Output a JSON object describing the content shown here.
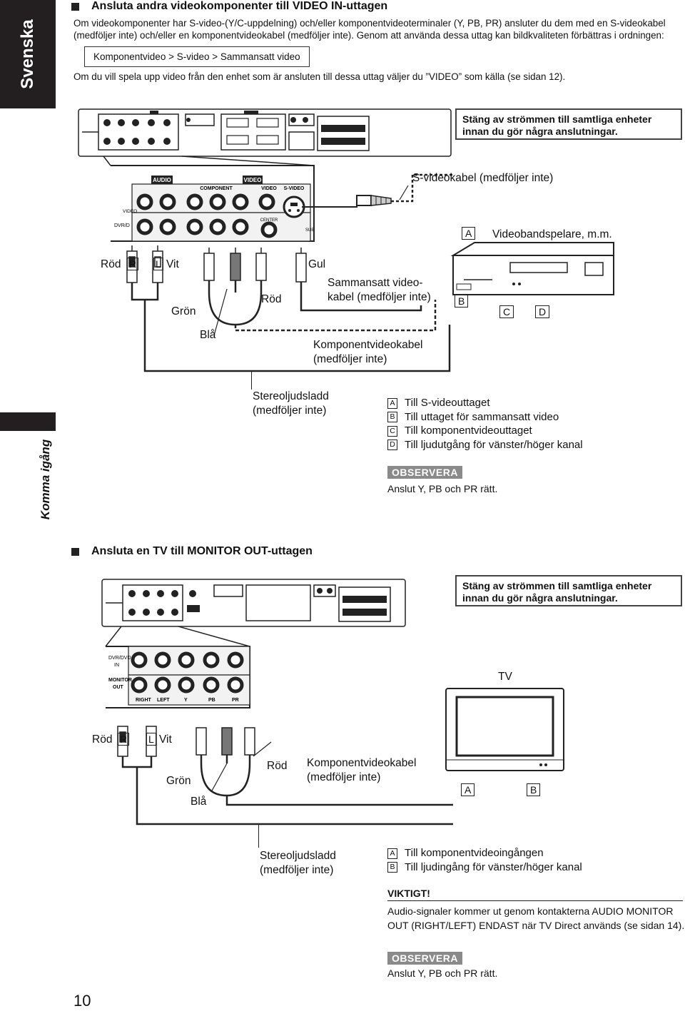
{
  "sidebar": {
    "language": "Svenska",
    "section": "Komma igång"
  },
  "section1": {
    "heading": "Ansluta andra videokomponenter till VIDEO IN-uttagen",
    "intro_line1": "Om videokomponenter har S-video-(Y/C-uppdelning) och/eller komponentvideoterminaler (Y, PB, PR) ansluter du dem med en S-videokabel",
    "intro_line2": "(medföljer inte) och/eller en komponentvideokabel (medföljer inte). Genom att använda dessa uttag kan bildkvaliteten förbättras i ordningen:",
    "order": "Komponentvideo > S-video > Sammansatt video",
    "after": "Om du vill spela upp video från den enhet som är ansluten till dessa uttag väljer du ”VIDEO” som källa (se sidan 12).",
    "warning": "Stäng av strömmen till samtliga enheter innan du gör några anslutningar.",
    "panel_labels": {
      "audio": "AUDIO",
      "component": "COMPONENT",
      "video": "VIDEO",
      "video_sub": "VIDEO",
      "svideo": "S-VIDEO",
      "video_side": "VIDEO",
      "dvr": "DVR/D",
      "center": "CENTER",
      "sub": "SUB"
    },
    "labels": {
      "svideo_cable": "S-videokabel (medföljer inte)",
      "vcr": "Videobandspelare, m.m.",
      "rod": "Röd",
      "r": "R",
      "l": "L",
      "vit": "Vit",
      "gul": "Gul",
      "composite_cable_1": "Sammansatt video-",
      "composite_cable_2": "kabel (medföljer inte)",
      "gron": "Grön",
      "rod2": "Röd",
      "bla": "Blå",
      "component_cable_1": "Komponentvideokabel",
      "component_cable_2": "(medföljer inte)",
      "stereo_1": "Stereoljudsladd",
      "stereo_2": "(medföljer inte)",
      "a": "A",
      "b": "B",
      "c": "C",
      "d": "D"
    },
    "legend": [
      {
        "key": "A",
        "text": "Till S-videouttaget"
      },
      {
        "key": "B",
        "text": "Till uttaget för sammansatt video"
      },
      {
        "key": "C",
        "text": "Till komponentvideouttaget"
      },
      {
        "key": "D",
        "text": "Till ljudutgång för vänster/höger kanal"
      }
    ],
    "obs_label": "OBSERVERA",
    "obs_note": "Anslut Y, PB och PR rätt."
  },
  "section2": {
    "heading": "Ansluta en TV till MONITOR OUT-uttagen",
    "warning": "Stäng av strömmen till samtliga enheter innan du gör några anslutningar.",
    "panel_labels": {
      "dvr": "DVR/DVD",
      "in": "IN",
      "monitor": "MONITOR",
      "out": "OUT",
      "right": "RIGHT",
      "left": "LEFT",
      "y": "Y",
      "pb": "PB",
      "pr": "PR"
    },
    "labels": {
      "tv": "TV",
      "rod": "Röd",
      "r": "R",
      "l": "L",
      "vit": "Vit",
      "gron": "Grön",
      "bla": "Blå",
      "rod2": "Röd",
      "component_cable_1": "Komponentvideokabel",
      "component_cable_2": "(medföljer inte)",
      "stereo_1": "Stereoljudsladd",
      "stereo_2": "(medföljer inte)",
      "a": "A",
      "b": "B"
    },
    "legend": [
      {
        "key": "A",
        "text": "Till komponentvideoingången"
      },
      {
        "key": "B",
        "text": "Till ljudingång för vänster/höger kanal"
      }
    ],
    "viktigt_label": "VIKTIGT!",
    "viktigt_text": "Audio-signaler kommer ut  genom kontakterna AUDIO MONITOR OUT (RIGHT/LEFT) ENDAST när TV Direct används (se sidan 14).",
    "obs_label": "OBSERVERA",
    "obs_note": "Anslut Y, PB och PR rätt."
  },
  "page_number": "10"
}
